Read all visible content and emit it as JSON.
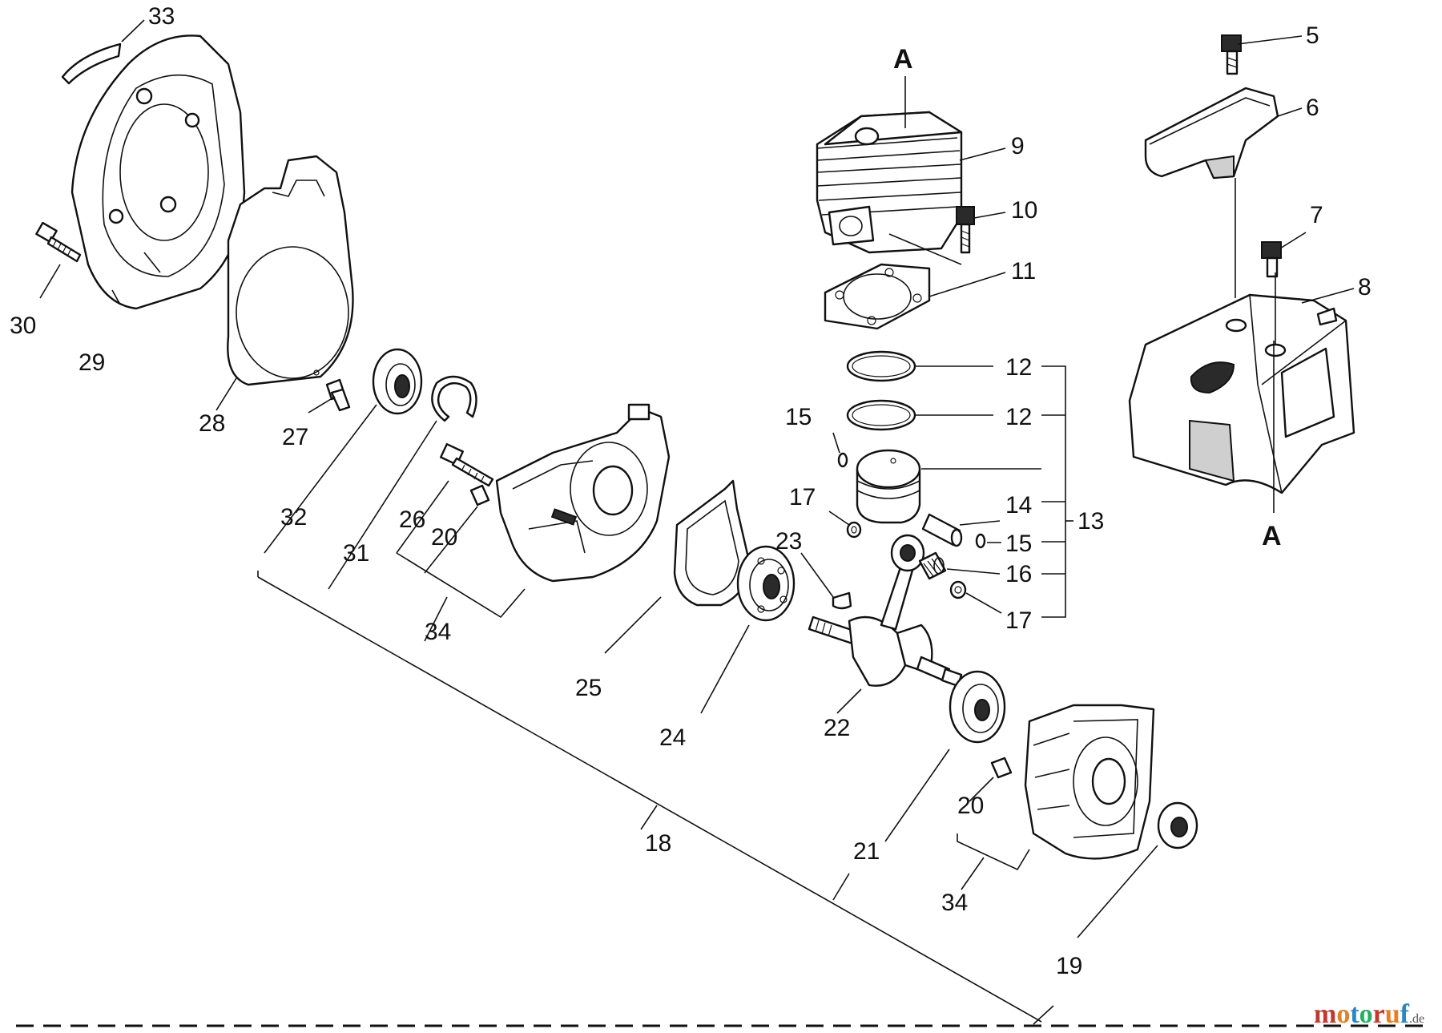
{
  "diagram": {
    "callouts": [
      "5",
      "6",
      "7",
      "8",
      "9",
      "10",
      "11",
      "12",
      "12",
      "13",
      "14",
      "15",
      "15",
      "16",
      "17",
      "17",
      "18",
      "19",
      "20",
      "20",
      "21",
      "22",
      "23",
      "24",
      "25",
      "26",
      "27",
      "28",
      "29",
      "30",
      "31",
      "32",
      "33",
      "34",
      "34",
      "34"
    ],
    "reference_marks": [
      "A",
      "A"
    ]
  },
  "watermark": {
    "brand": "motoruf",
    "suffix": ".de",
    "colors": [
      "#c0392b",
      "#e67e22",
      "#2e86c1",
      "#27ae60"
    ]
  }
}
